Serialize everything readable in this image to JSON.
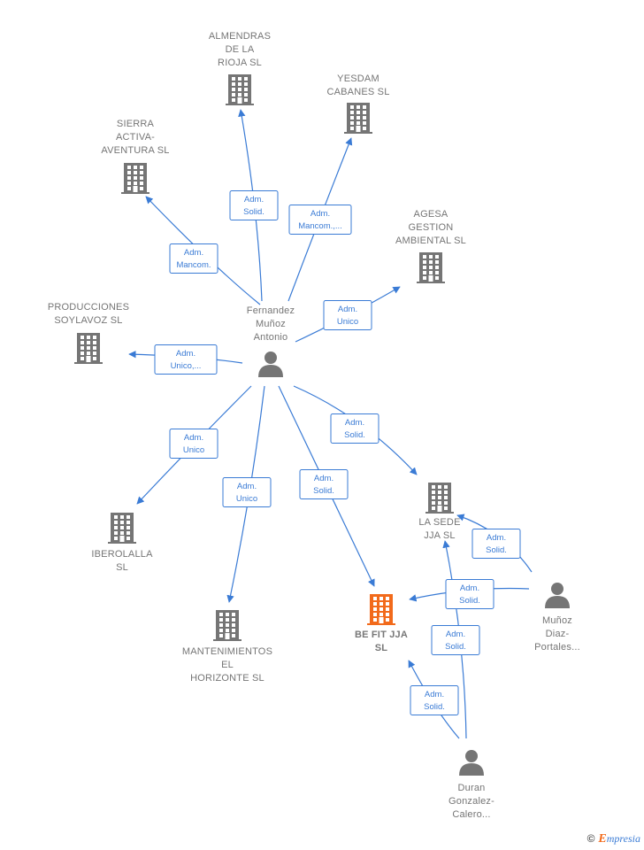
{
  "colors": {
    "edge": "#3a7bd5",
    "company": "#757575",
    "focus_company": "#f26a1b",
    "person": "#757575"
  },
  "nodes": [
    {
      "id": "almendras",
      "kind": "company",
      "label": [
        "ALMENDRAS",
        "DE LA",
        "RIOJA  SL"
      ]
    },
    {
      "id": "yesdam",
      "kind": "company",
      "label": [
        "YESDAM",
        "CABANES SL"
      ]
    },
    {
      "id": "sierra",
      "kind": "company",
      "label": [
        "SIERRA",
        "ACTIVA-",
        "AVENTURA  SL"
      ]
    },
    {
      "id": "agesa",
      "kind": "company",
      "label": [
        "AGESA",
        "GESTION",
        "AMBIENTAL  SL"
      ]
    },
    {
      "id": "producciones",
      "kind": "company",
      "label": [
        "PRODUCCIONES",
        "SOYLAVOZ SL"
      ]
    },
    {
      "id": "fernandez",
      "kind": "person",
      "label": [
        "Fernandez",
        "Muñoz",
        "Antonio"
      ]
    },
    {
      "id": "iberolalla",
      "kind": "company",
      "label": [
        "IBEROLALLA",
        "SL"
      ]
    },
    {
      "id": "mantenimientos",
      "kind": "company",
      "label": [
        "MANTENIMIENTOS",
        "EL",
        "HORIZONTE SL"
      ]
    },
    {
      "id": "lasede",
      "kind": "company",
      "label": [
        "LA SEDE",
        "JJA  SL"
      ]
    },
    {
      "id": "befit",
      "kind": "company",
      "focus": true,
      "label": [
        "BE FIT JJA",
        "SL"
      ]
    },
    {
      "id": "munoz",
      "kind": "person",
      "label": [
        "Muñoz",
        "Diaz-",
        "Portales..."
      ]
    },
    {
      "id": "duran",
      "kind": "person",
      "label": [
        "Duran",
        "Gonzalez-",
        "Calero..."
      ]
    }
  ],
  "edges": [
    {
      "from": "fernandez",
      "to": "almendras",
      "label": [
        "Adm.",
        "Solid."
      ]
    },
    {
      "from": "fernandez",
      "to": "yesdam",
      "label": [
        "Adm.",
        "Mancom.,..."
      ]
    },
    {
      "from": "fernandez",
      "to": "sierra",
      "label": [
        "Adm.",
        "Mancom."
      ]
    },
    {
      "from": "fernandez",
      "to": "agesa",
      "label": [
        "Adm.",
        "Unico"
      ]
    },
    {
      "from": "fernandez",
      "to": "producciones",
      "label": [
        "Adm.",
        "Unico,..."
      ]
    },
    {
      "from": "fernandez",
      "to": "iberolalla",
      "label": [
        "Adm.",
        "Unico"
      ]
    },
    {
      "from": "fernandez",
      "to": "mantenimientos",
      "label": [
        "Adm.",
        "Unico"
      ]
    },
    {
      "from": "fernandez",
      "to": "befit",
      "label": [
        "Adm.",
        "Solid."
      ]
    },
    {
      "from": "fernandez",
      "to": "lasede",
      "label": [
        "Adm.",
        "Solid."
      ]
    },
    {
      "from": "munoz",
      "to": "lasede",
      "label": [
        "Adm.",
        "Solid."
      ]
    },
    {
      "from": "munoz",
      "to": "befit",
      "label": [
        "Adm.",
        "Solid."
      ]
    },
    {
      "from": "duran",
      "to": "lasede",
      "label": [
        "Adm.",
        "Solid."
      ]
    },
    {
      "from": "duran",
      "to": "befit",
      "label": [
        "Adm.",
        "Solid."
      ]
    }
  ],
  "watermark": {
    "copyright": "©",
    "brand_initial": "E",
    "brand_rest": "mpresia"
  }
}
